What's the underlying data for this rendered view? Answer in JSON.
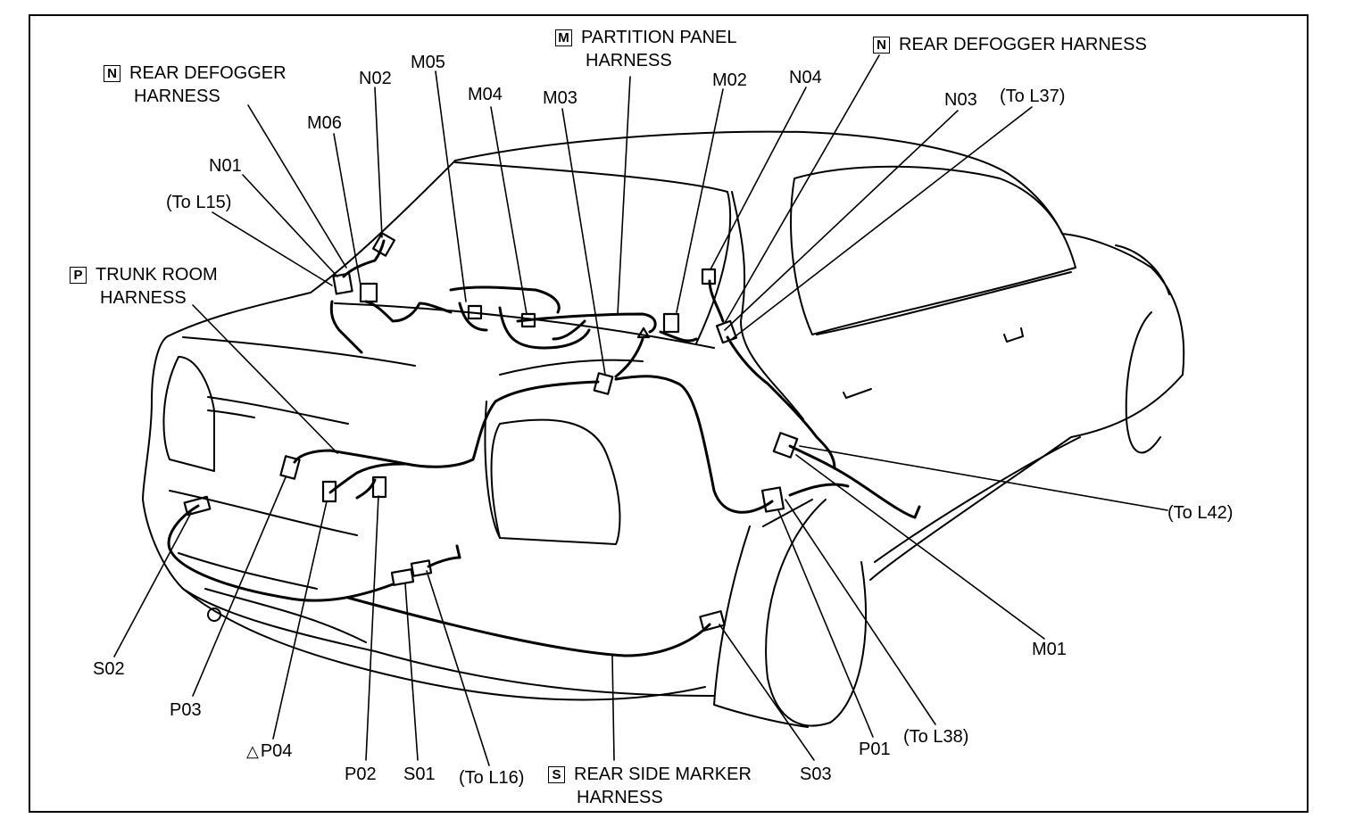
{
  "colors": {
    "ink": "#000000",
    "paper": "#ffffff"
  },
  "harnesses": [
    {
      "letter": "N",
      "name_line1": "REAR DEFOGGER",
      "name_line2": "HARNESS"
    },
    {
      "letter": "M",
      "name_line1": "PARTITION PANEL",
      "name_line2": "HARNESS"
    },
    {
      "letter": "N",
      "name_line1": "REAR DEFOGGER HARNESS"
    },
    {
      "letter": "P",
      "name_line1": "TRUNK ROOM",
      "name_line2": "HARNESS"
    },
    {
      "letter": "S",
      "name_line1": "REAR SIDE MARKER",
      "name_line2": "HARNESS"
    }
  ],
  "connectors": {
    "N01": "N01",
    "N02": "N02",
    "N03": "N03",
    "N04": "N04",
    "M01": "M01",
    "M02": "M02",
    "M03": "M03",
    "M04": "M04",
    "M05": "M05",
    "M06": "M06",
    "P01": "P01",
    "P02": "P02",
    "P03": "P03",
    "P04": "P04",
    "S01": "S01",
    "S02": "S02",
    "S03": "S03",
    "P04_marker": "△"
  },
  "references": {
    "L15": "(To L15)",
    "L16": "(To L16)",
    "L37": "(To L37)",
    "L38": "(To L38)",
    "L42": "(To L42)"
  }
}
